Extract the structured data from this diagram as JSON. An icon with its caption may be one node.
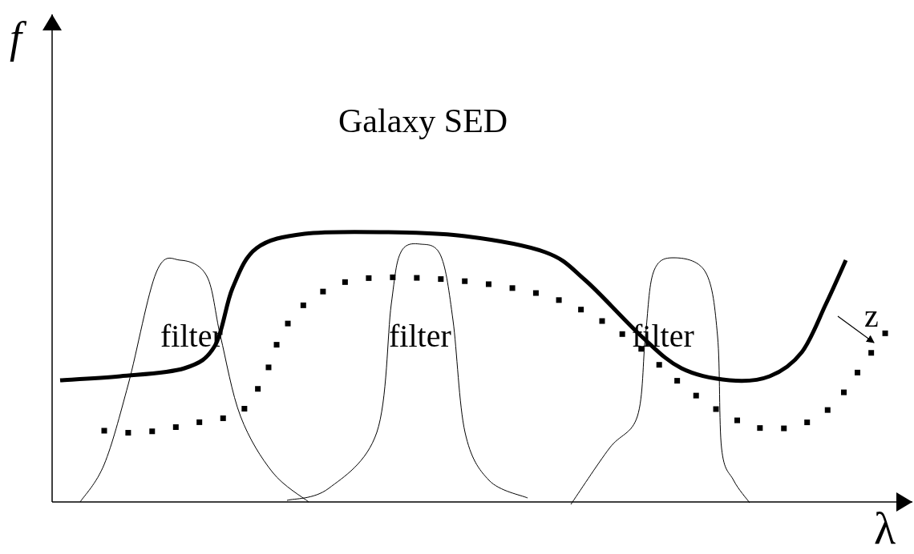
{
  "diagram": {
    "nodes": [
      {
        "text": [
          "filter"
        ]
      },
      {
        "text": [
          "filter"
        ]
      },
      {
        "text": [
          "filter"
        ]
      }
    ],
    "labels": [
      "f",
      "Galaxy SED",
      "z",
      "λ"
    ]
  }
}
